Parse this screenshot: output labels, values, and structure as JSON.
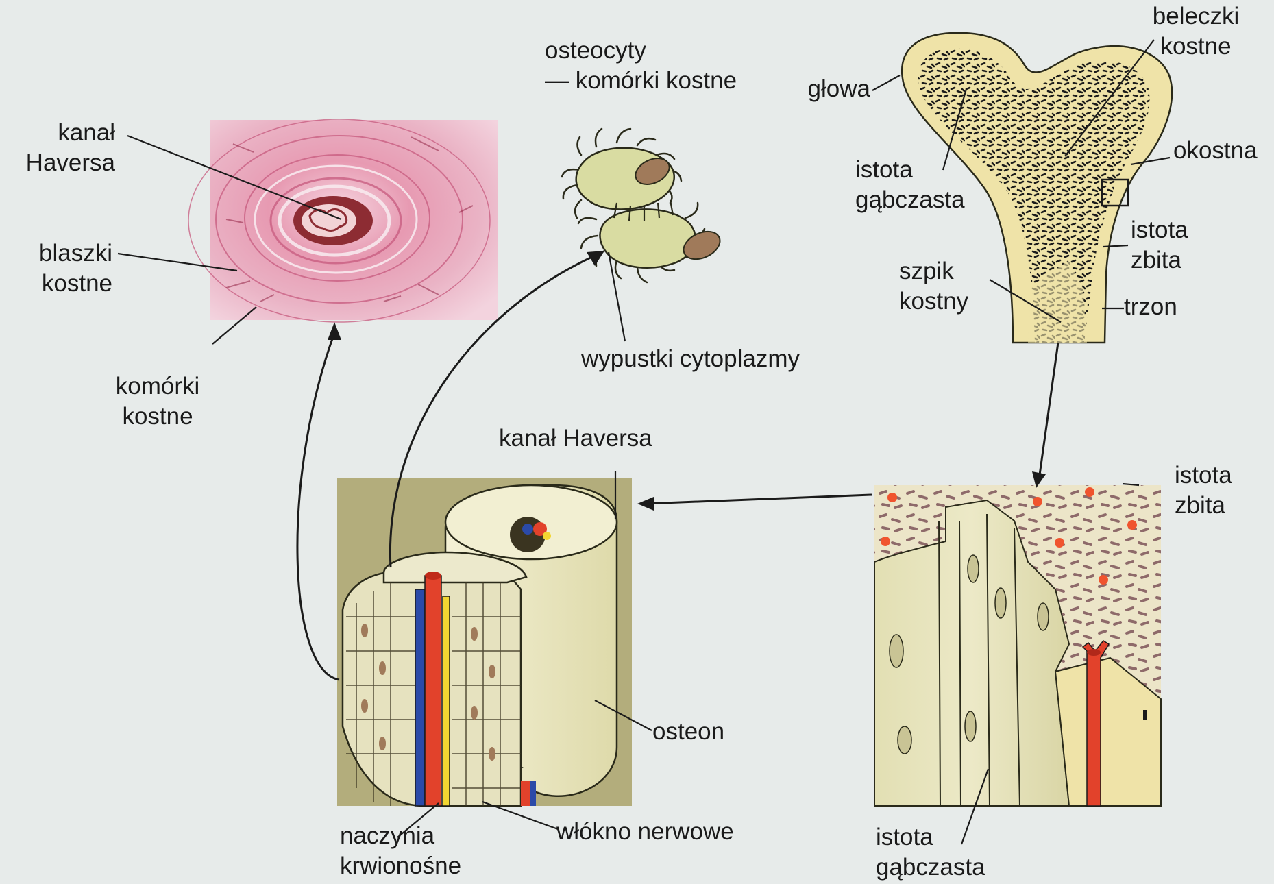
{
  "labels": {
    "kanal_haversa_top": [
      "kanał",
      "Haversa"
    ],
    "blaszki_kostne": [
      "blaszki",
      "kostne"
    ],
    "komorki_kostne": [
      "komórki",
      "kostne"
    ],
    "osteocyty": [
      "osteocyty",
      "— komórki kostne"
    ],
    "wypustki": "wypustki cytoplazmy",
    "beleczki_kostne": [
      "beleczki",
      "kostne"
    ],
    "glowa": "głowa",
    "okostna": "okostna",
    "istota_gabczasta_bone": [
      "istota",
      "gąbczasta"
    ],
    "istota_zbita_bone": [
      "istota",
      "zbita"
    ],
    "szpik_kostny": [
      "szpik",
      "kostny"
    ],
    "trzon": "trzon",
    "kanal_haversa_mid": "kanał Haversa",
    "istota_zbita_block": [
      "istota",
      "zbita"
    ],
    "osteon": "osteon",
    "naczynia": [
      "naczynia",
      "krwionośne"
    ],
    "wlokno": "włókno nerwowe",
    "istota_gabczasta_block": [
      "istota",
      "gąbczasta"
    ]
  },
  "colors": {
    "background": "#e7ebea",
    "bone_fill": "#efe3a8",
    "panel_olive": "#b3ad7c",
    "osteon_cream": "#eeeac8",
    "micro_pink": "#e9a7bc",
    "artery_red": "#e2422b",
    "vein_blue": "#2b4aa8",
    "nerve_yellow": "#f2d632",
    "cell_olive": "#d9dca2",
    "nucleus_brown": "#a07a5a"
  },
  "icons": [
    "arrow-head-icon"
  ]
}
